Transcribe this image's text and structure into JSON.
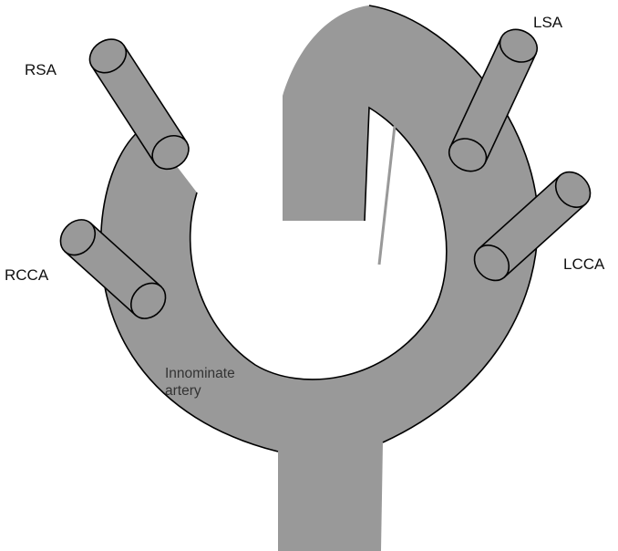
{
  "labels": {
    "rsa": "RSA",
    "rcca": "RCCA",
    "lsa": "LSA",
    "lcca": "LCCA",
    "innominate_line1": "Innominate",
    "innominate_line2": "artery"
  },
  "colors": {
    "vessel_fill": "#999999",
    "vessel_stroke": "#000000",
    "guide_wire": "#999999",
    "background": "#ffffff"
  }
}
